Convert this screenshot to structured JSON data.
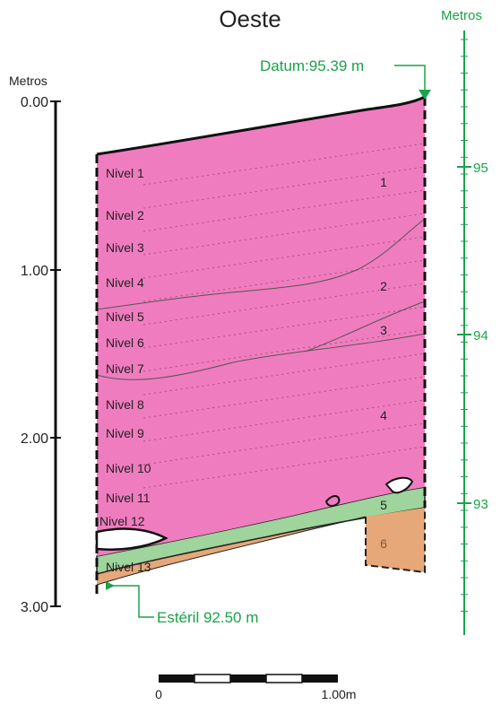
{
  "title": "Oeste",
  "left_axis": {
    "label": "Metros",
    "ticks": [
      "0.00",
      "1.00",
      "2.00",
      "3.00"
    ]
  },
  "right_axis": {
    "label": "Metros",
    "ticks": [
      "95",
      "94",
      "93"
    ]
  },
  "datum_label": "Datum:95.39 m",
  "esteril_label": "Estéril 92.50 m",
  "levels": [
    "Nivel 1",
    "Nivel 2",
    "Nivel 3",
    "Nivel 4",
    "Nivel 5",
    "Nivel 6",
    "Nivel 7",
    "Nivel 8",
    "Nivel 9",
    "Nivel 10",
    "Nivel 11",
    "Nivel 12",
    "Nivel 13"
  ],
  "layer_numbers": [
    "1",
    "2",
    "3",
    "4",
    "5",
    "6"
  ],
  "scale_bar": {
    "start_label": "0",
    "end_label": "1.00m"
  },
  "colors": {
    "layer_pink": "#f07cc0",
    "layer_green": "#9fd49c",
    "layer_tan": "#e6a779",
    "accent_green": "#1aa34a",
    "outline": "#222222"
  }
}
